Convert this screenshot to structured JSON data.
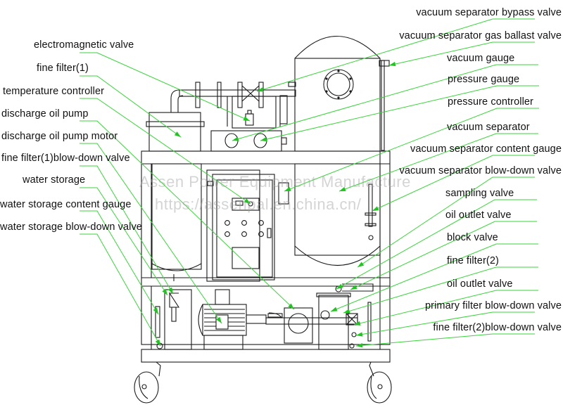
{
  "diagram": {
    "title": "Turbine oil purifier component layout",
    "colors": {
      "line": "#1a1a1a",
      "leader": "#39d43a",
      "arrow": "#22c322",
      "watermark": "#a0a0a0",
      "background": "#ffffff"
    },
    "watermark": {
      "line1": "Assen Power Equipment Manufacture",
      "line2": "https://assenpal.en.china.cn/"
    },
    "left_labels": [
      {
        "id": "electromagnetic-valve",
        "text": "electromagnetic valve"
      },
      {
        "id": "fine-filter-1",
        "text": "fine filter(1)"
      },
      {
        "id": "temperature-controller",
        "text": "temperature controller"
      },
      {
        "id": "discharge-oil-pump",
        "text": "discharge oil pump"
      },
      {
        "id": "discharge-oil-pump-motor",
        "text": "discharge oil pump motor"
      },
      {
        "id": "fine-filter-1-blow-down-valve",
        "text": "fine filter(1)blow-down valve"
      },
      {
        "id": "water-storage",
        "text": "water storage"
      },
      {
        "id": "water-storage-content-gauge",
        "text": "water storage content gauge"
      },
      {
        "id": "water-storage-blow-down-valve",
        "text": "water storage blow-down valve"
      }
    ],
    "right_labels": [
      {
        "id": "vacuum-separator-bypass-valve",
        "text": "vacuum separator bypass valve"
      },
      {
        "id": "vacuum-separator-gas-ballast-valve",
        "text": "vacuum separator gas ballast valve"
      },
      {
        "id": "vacuum-gauge",
        "text": "vacuum gauge"
      },
      {
        "id": "pressure-gauge",
        "text": "pressure gauge"
      },
      {
        "id": "pressure-controller",
        "text": "pressure controller"
      },
      {
        "id": "vacuum-separator",
        "text": "vacuum separator"
      },
      {
        "id": "vacuum-separator-content-gauge",
        "text": "vacuum separator content gauge"
      },
      {
        "id": "vacuum-separator-blow-down-valve",
        "text": "vacuum separator blow-down valve"
      },
      {
        "id": "sampling-valve",
        "text": "sampling valve"
      },
      {
        "id": "oil-outlet-valve-1",
        "text": "oil outlet valve"
      },
      {
        "id": "block-valve",
        "text": "block valve"
      },
      {
        "id": "fine-filter-2",
        "text": "fine filter(2)"
      },
      {
        "id": "oil-outlet-valve-2",
        "text": "oil outlet valve"
      },
      {
        "id": "primary-filter-blow-down-valve",
        "text": "primary filter blow-down valve"
      },
      {
        "id": "fine-filter-2-blow-down-valve",
        "text": "fine filter(2)blow-down valve"
      }
    ]
  }
}
